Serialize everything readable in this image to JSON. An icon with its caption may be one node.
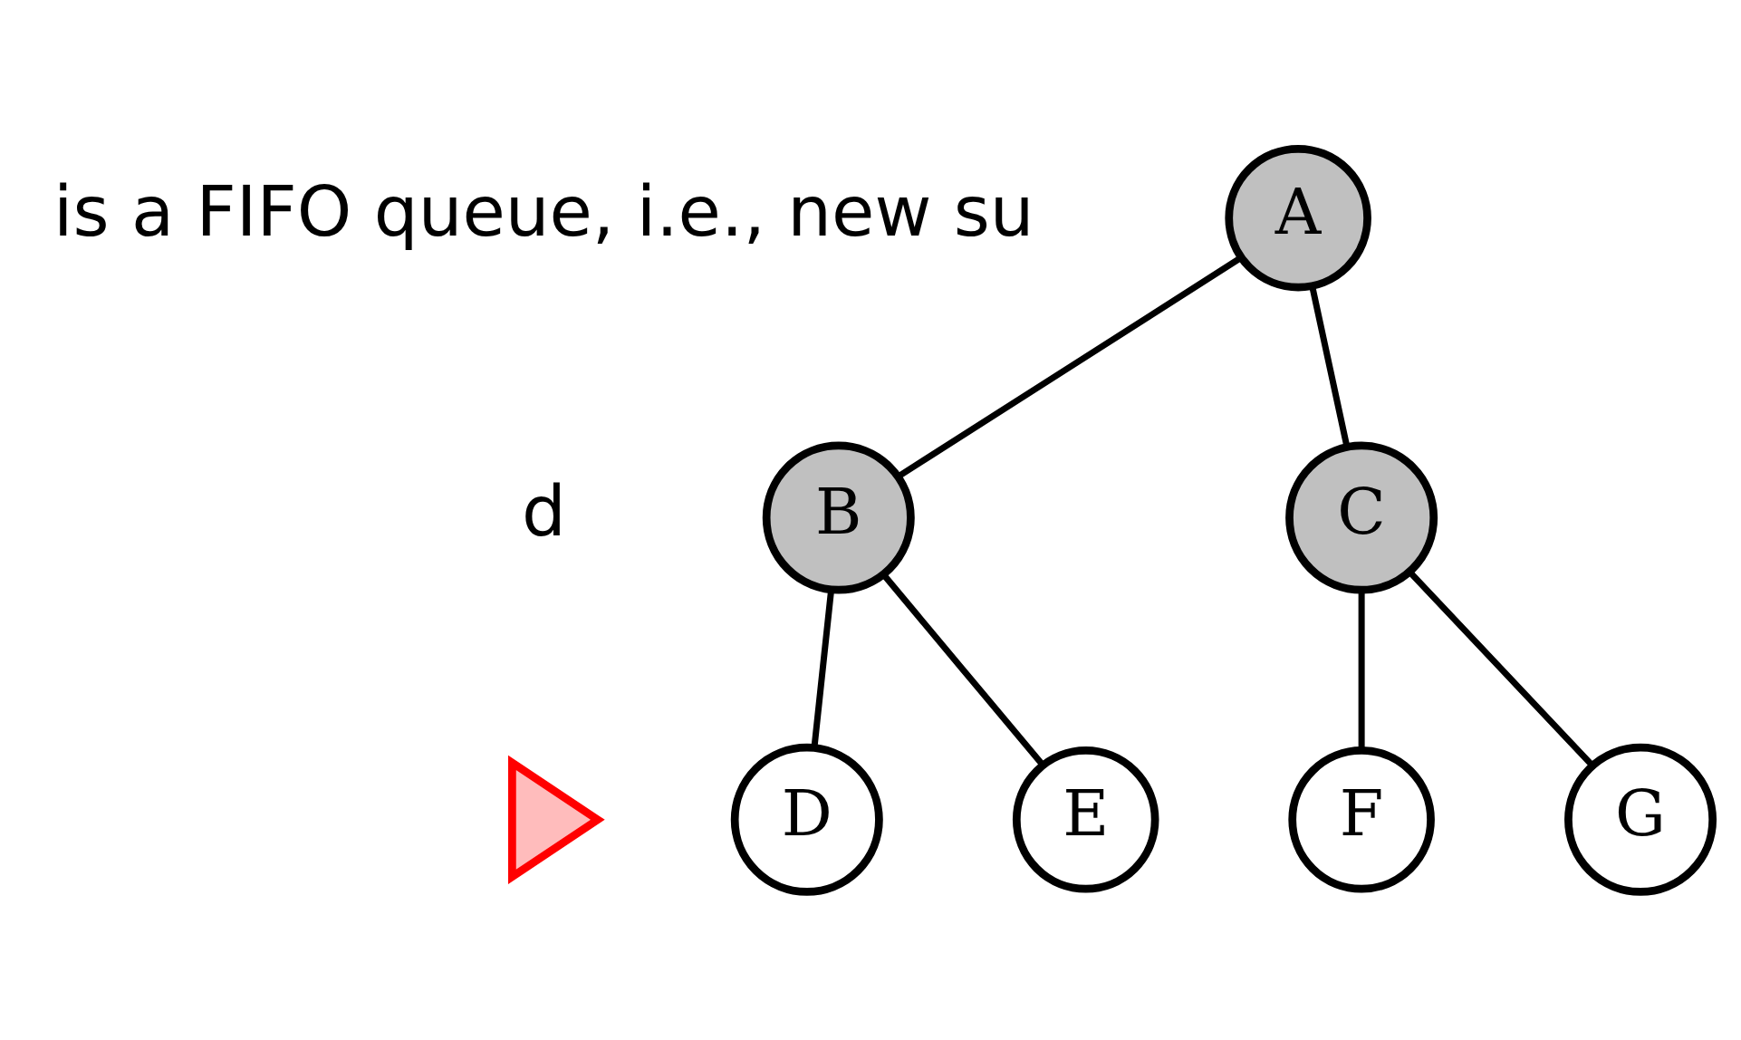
{
  "diagram": {
    "nodes": [
      {
        "text": [
          "A"
        ]
      },
      {
        "text": [
          "B"
        ]
      },
      {
        "text": [
          "C"
        ]
      },
      {
        "text": [],
        "shape": "triangle"
      },
      {
        "text": [
          "D"
        ]
      },
      {
        "text": [
          "E"
        ]
      },
      {
        "text": [
          "F"
        ]
      },
      {
        "text": [
          "G"
        ]
      }
    ],
    "edges": [
      {
        "from": 0,
        "to": 1,
        "arrow": "none"
      },
      {
        "from": 0,
        "to": 2,
        "arrow": "none"
      },
      {
        "from": 1,
        "to": 4,
        "arrow": "none"
      },
      {
        "from": 1,
        "to": 5,
        "arrow": "none"
      },
      {
        "from": 2,
        "to": 6,
        "arrow": "none"
      },
      {
        "from": 2,
        "to": 7,
        "arrow": "none"
      }
    ],
    "labels": [
      "is a FIFO queue, i.e., new su",
      "d"
    ]
  }
}
